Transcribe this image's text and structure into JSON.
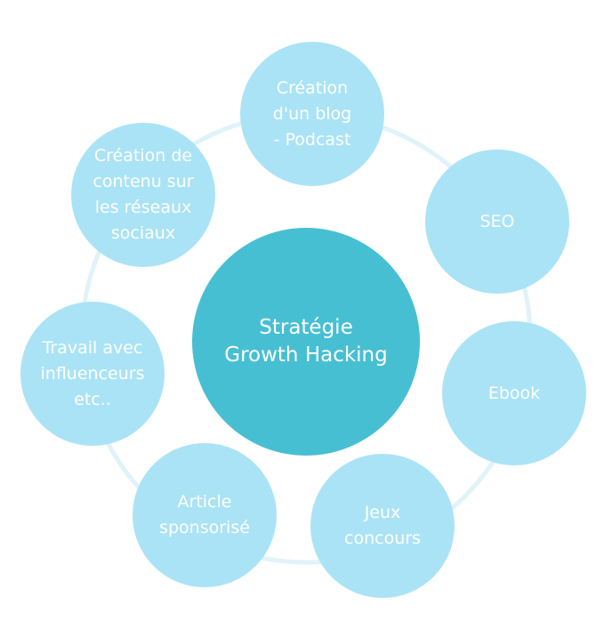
{
  "center": {
    "label": "Stratégie\nGrowth Hacking",
    "color": "#47bfd3"
  },
  "nodes": [
    {
      "id": "blog-podcast",
      "label": "Création\nd'un blog\n- Podcast"
    },
    {
      "id": "seo",
      "label": "SEO"
    },
    {
      "id": "ebook",
      "label": "Ebook"
    },
    {
      "id": "jeux-concours",
      "label": "Jeux\nconcours"
    },
    {
      "id": "article-sponsorise",
      "label": "Article\nsponsorisé"
    },
    {
      "id": "travail-influenceurs",
      "label": "Travail avec\ninfluenceurs\netc.."
    },
    {
      "id": "contenu-reseaux-sociaux",
      "label": "Création de\ncontenu sur\nles réseaux\nsociaux"
    }
  ],
  "colors": {
    "node": "#aae3f6",
    "ring": "#dff3f9",
    "text": "#ffffff"
  }
}
